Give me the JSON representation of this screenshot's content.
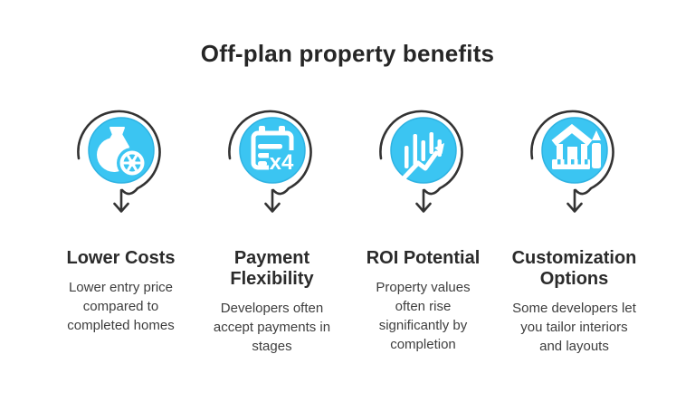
{
  "page": {
    "title": "Off-plan property benefits",
    "background": "#ffffff"
  },
  "colors": {
    "accent_cyan": "#3bc5f2",
    "accent_cyan_edge": "#2fb3e2",
    "swirl_arrow": "#333333",
    "title_text": "#262626",
    "heading_text": "#2b2b2b",
    "body_text": "#3e3e3e",
    "icon_glyph": "#ffffff"
  },
  "benefits": [
    {
      "icon": "money-bag-coin-icon",
      "title": "Lower Costs",
      "description": "Lower entry price\ncompared to\ncompleted homes"
    },
    {
      "icon": "calendar-x4-icon",
      "icon_label": "x4",
      "title": "Payment\nFlexibility",
      "description": "Developers often\naccept payments in\nstages"
    },
    {
      "icon": "growth-chart-icon",
      "title": "ROI Potential",
      "description": "Property values\noften rise\nsignificantly by\ncompletion"
    },
    {
      "icon": "house-design-icon",
      "title": "Customization\nOptions",
      "description": "Some developers let\nyou tailor interiors\nand layouts"
    }
  ]
}
